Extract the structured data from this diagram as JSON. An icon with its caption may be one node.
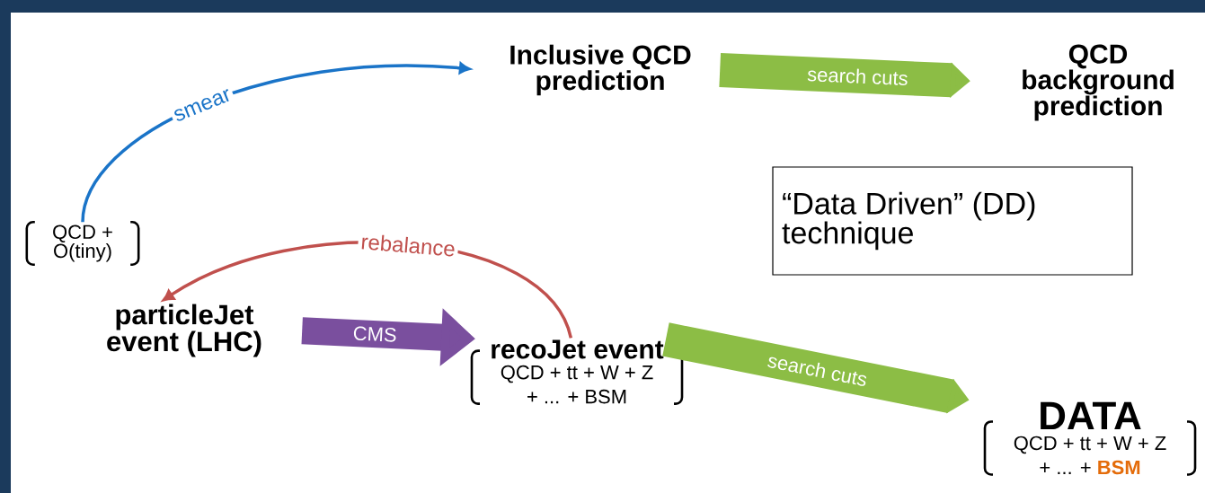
{
  "diagram": {
    "nodes": [
      {
        "text": [
          "Inclusive QCD prediction"
        ]
      },
      {
        "text": [
          "QCD background prediction"
        ]
      },
      {
        "text": [
          "QCD + O(tiny)"
        ]
      },
      {
        "text": [
          "particleJet event (LHC)"
        ]
      },
      {
        "text": [
          "recoJet event",
          "QCD + tt + W + Z + ... + BSM"
        ]
      },
      {
        "text": [
          "DATA",
          "QCD + tt + W + Z + ... + **BSM**"
        ]
      },
      {
        "text": [
          "“Data Driven” (DD) technique"
        ]
      }
    ],
    "edges": [
      {
        "from": 2,
        "to": 0,
        "arrow": "to",
        "label": "smear",
        "color": "#1a74c8"
      },
      {
        "from": 4,
        "to": 3,
        "arrow": "to",
        "label": "rebalance",
        "color": "#c0504d"
      },
      {
        "from": 3,
        "to": 4,
        "arrow": "to",
        "label": "CMS",
        "color": "#7a4f9e"
      },
      {
        "from": 0,
        "to": 1,
        "arrow": "to",
        "label": "search cuts",
        "color": "#8cbd45"
      },
      {
        "from": 4,
        "to": 5,
        "arrow": "to",
        "label": "search cuts",
        "color": "#8cbd45"
      }
    ]
  }
}
